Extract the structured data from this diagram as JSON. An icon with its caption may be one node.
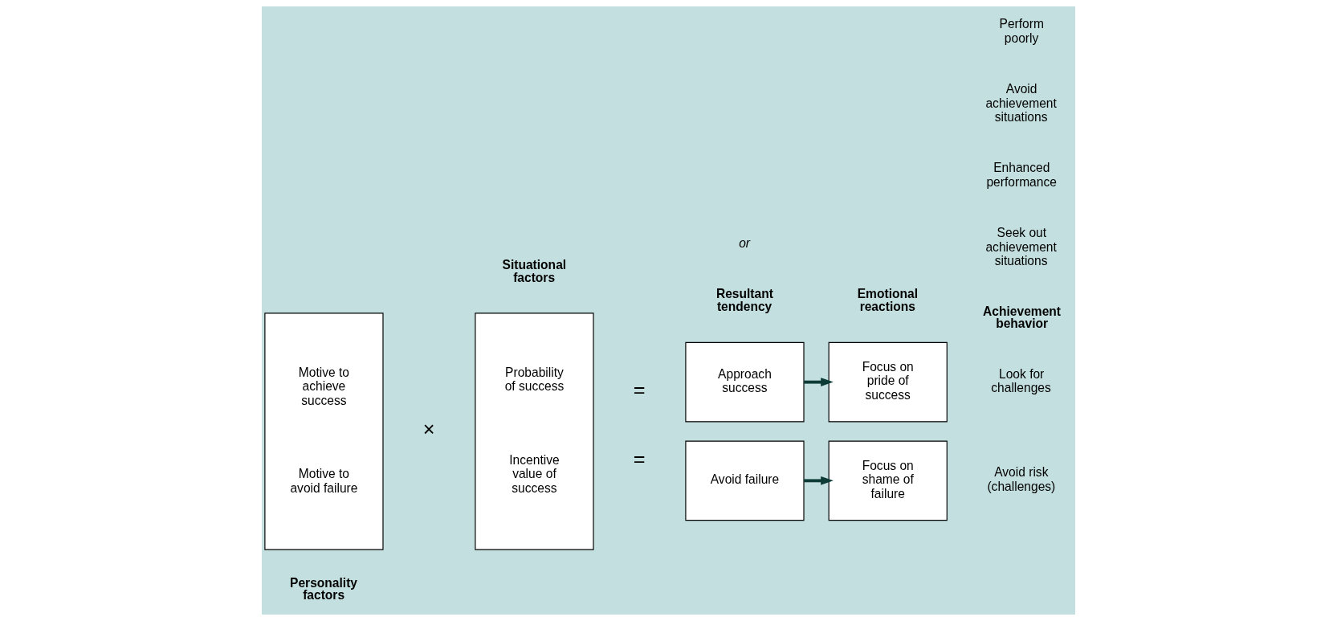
{
  "diagram": {
    "nodes": [
      {
        "text": [
          "Motive to achieve success",
          "Motive to avoid failure"
        ]
      },
      {
        "text": [
          "Probability of success",
          "Incentive value of success"
        ]
      },
      {
        "text": [
          "Approach success"
        ]
      },
      {
        "text": [
          "Focus on pride of success"
        ]
      },
      {
        "text": [
          "Avoid failure"
        ]
      },
      {
        "text": [
          "Focus on shame of failure"
        ]
      }
    ],
    "edges": [
      {
        "from": 2,
        "to": 3,
        "arrow": "to"
      },
      {
        "from": 4,
        "to": 5,
        "arrow": "to"
      }
    ],
    "labels": [
      "Personality factors",
      "Situational factors",
      "Resultant tendency",
      "Emotional reactions",
      "Achievement behavior",
      "Seek out achievement situations",
      "Look for challenges",
      "=",
      "Enhanced performance",
      "×",
      "or",
      "Avoid achievement situations",
      "=",
      "Avoid risk (challenges)",
      "Perform poorly"
    ]
  }
}
